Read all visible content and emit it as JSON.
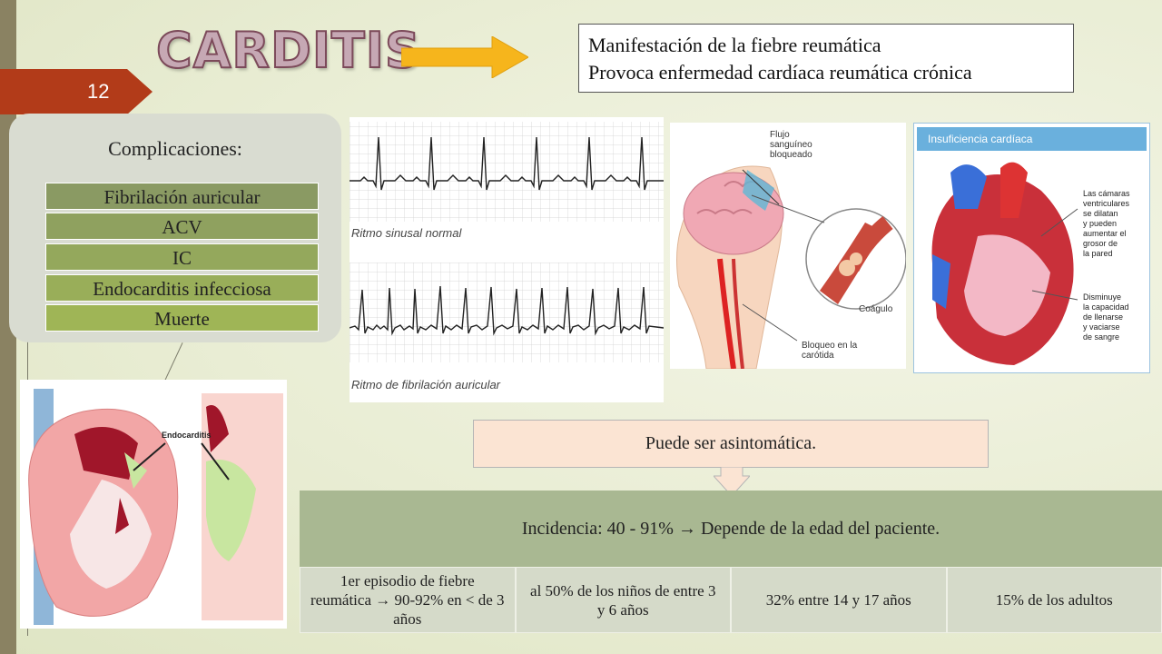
{
  "slide_number": "12",
  "title": "CARDITIS",
  "manifestation": {
    "line1": "Manifestación de la fiebre reumática",
    "line2": "Provoca enfermedad cardíaca reumática crónica"
  },
  "complications": {
    "title": "Complicaciones:",
    "items": [
      {
        "label": "Fibrilación auricular",
        "color": "#8a9a63"
      },
      {
        "label": "ACV",
        "color": "#8fa15f"
      },
      {
        "label": "IC",
        "color": "#94a85c"
      },
      {
        "label": "Endocarditis infecciosa",
        "color": "#99ae59"
      },
      {
        "label": "Muerte",
        "color": "#9fb556"
      }
    ]
  },
  "ecg": {
    "label1": "Ritmo sinusal normal",
    "label2": "Ritmo de fibrilación auricular"
  },
  "brain": {
    "label_flow1": "Flujo",
    "label_flow2": "sanguíneo",
    "label_flow3": "bloqueado",
    "label_clot": "Coágulo",
    "label_block1": "Bloqueo en la",
    "label_block2": "carótida"
  },
  "heart_failure": {
    "header": "Insuficiencia cardíaca",
    "note1": [
      "Las cámaras",
      "ventriculares",
      "se dilatan",
      "y pueden",
      "aumentar el",
      "grosor de",
      "la pared"
    ],
    "note2": [
      "Disminuye",
      "la capacidad",
      "de llenarse",
      "y vaciarse",
      "de sangre"
    ]
  },
  "endocarditis_label": "Endocarditis",
  "asymptomatic": "Puede ser asintomática.",
  "incidence": "Incidencia: 40 - 91%  →  Depende de la edad del paciente.",
  "incidence_cells": [
    "1er episodio de fiebre reumática → 90-92% en < de 3 años",
    "al 50% de los niños de entre 3 y 6 años",
    "32% entre 14 y 17 años",
    "15% de los adultos"
  ],
  "colors": {
    "accent": "#b23b19",
    "arrow": "#f6b51c",
    "title_fill": "#c6a8b4"
  }
}
